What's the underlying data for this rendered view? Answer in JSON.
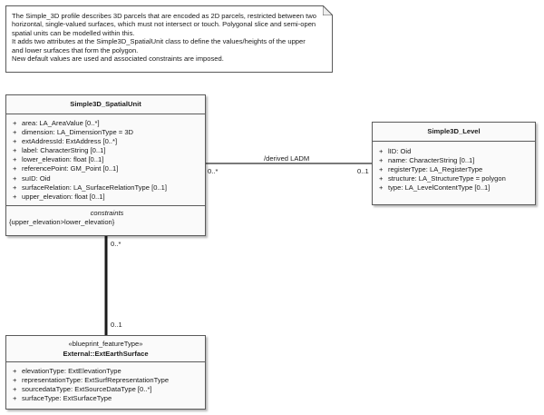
{
  "note": {
    "lines": [
      "The Simple_3D profile describes 3D parcels that are encoded as 2D parcels, restricted between two",
      "horizontal, single-valued surfaces, which must not intersect or touch. Polygonal slice and semi-open",
      "spatial units can be modelled within this.",
      "It adds two attributes at the Simple3D_SpatialUnit class to define the values/heights of the upper",
      "and lower surfaces that form the polygon.",
      "New default values are used and associated constraints are imposed."
    ]
  },
  "spatial_unit": {
    "name": "Simple3D_SpatialUnit",
    "attributes": [
      {
        "vis": "+",
        "text": "area: LA_AreaValue [0..*]"
      },
      {
        "vis": "+",
        "text": "dimension: LA_DimensionType = 3D"
      },
      {
        "vis": "+",
        "text": "extAddressId: ExtAddress [0..*]"
      },
      {
        "vis": "+",
        "text": "label: CharacterString [0..1]"
      },
      {
        "vis": "+",
        "text": "lower_elevation: float [0..1]"
      },
      {
        "vis": "+",
        "text": "referencePoint: GM_Point [0..1]"
      },
      {
        "vis": "+",
        "text": "suID: Oid"
      },
      {
        "vis": "+",
        "text": "surfaceRelation: LA_SurfaceRelationType [0..1]"
      },
      {
        "vis": "+",
        "text": "upper_elevation: float [0..1]"
      }
    ],
    "constraints_title": "constraints",
    "constraints": [
      "{upper_elevation>lower_elevation}"
    ]
  },
  "level": {
    "name": "Simple3D_Level",
    "attributes": [
      {
        "vis": "+",
        "text": "lID: Oid"
      },
      {
        "vis": "+",
        "text": "name: CharacterString [0..1]"
      },
      {
        "vis": "+",
        "text": "registerType: LA_RegisterType"
      },
      {
        "vis": "+",
        "text": "structure: LA_StructureType = polygon"
      },
      {
        "vis": "+",
        "text": "type: LA_LevelContentType [0..1]"
      }
    ]
  },
  "earth_surface": {
    "stereotype": "«blueprint_featureType»",
    "name": "External::ExtEarthSurface",
    "attributes": [
      {
        "vis": "+",
        "text": "elevationType: ExtElevationType"
      },
      {
        "vis": "+",
        "text": "representationType: ExtSurfRepresentationType"
      },
      {
        "vis": "+",
        "text": "sourcedataType: ExtSourceDataType [0..*]"
      },
      {
        "vis": "+",
        "text": "surfaceType: ExtSurfaceType"
      }
    ]
  },
  "assoc_level": {
    "label": "/derived LADM",
    "source_mult": "0..*",
    "target_mult": "0..1"
  },
  "assoc_surface": {
    "source_mult": "0..*",
    "target_mult": "0..1"
  }
}
